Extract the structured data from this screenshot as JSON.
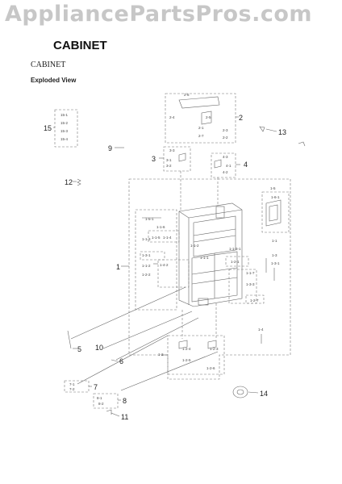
{
  "watermark": "AppliancePartsPros.com",
  "header": {
    "title": "CABINET",
    "section": "CABINET",
    "view": "Exploded View"
  },
  "callouts": {
    "c1": "1",
    "c2": "2",
    "c3": "3",
    "c4": "4",
    "c5": "5",
    "c6": "6",
    "c7": "7",
    "c8": "8",
    "c9": "9",
    "c10": "10",
    "c11": "11",
    "c12": "12",
    "c13": "13",
    "c14": "14",
    "c15": "15"
  },
  "sublabels": {
    "g15": [
      "15-1",
      "15-2",
      "15-3",
      "15-4"
    ],
    "g2": [
      "2-6",
      "2-4",
      "2-5",
      "2-1",
      "2-7",
      "2-3",
      "2-2"
    ],
    "g3": [
      "3-3",
      "3-1",
      "3-2"
    ],
    "g4": [
      "4-3",
      "4-1",
      "4-2"
    ],
    "g1_top": [
      "1-5",
      "1-5-1",
      "1-6-1",
      "1-1"
    ],
    "g1_mid": [
      "1-1-6",
      "1-1-5",
      "1-1-3",
      "1-1-4",
      "1-1-2",
      "1-1-1",
      "1-3-1",
      "1-1-3-1"
    ],
    "g1_low": [
      "1-1-2",
      "1-4-2",
      "1-2-2",
      "1-3",
      "1-3-1",
      "1-2-1",
      "1-1-7",
      "1-3-3",
      "1-2-7"
    ],
    "g1_bot": [
      "1-2",
      "1-2-4",
      "1-2-3",
      "1-2-5",
      "1-2-6",
      "1-4"
    ],
    "g7": [
      "7-1",
      "7-2"
    ],
    "g8": [
      "8-1",
      "8-2"
    ]
  }
}
